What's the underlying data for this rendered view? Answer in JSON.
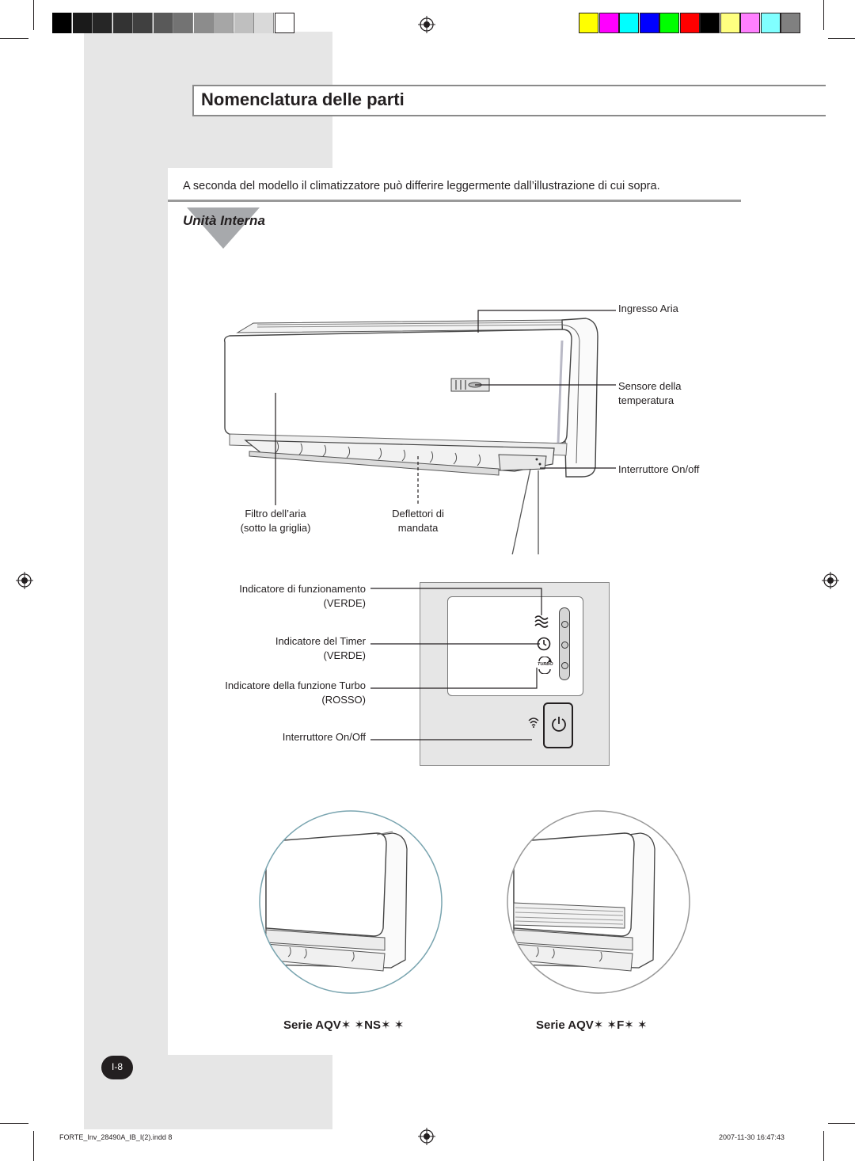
{
  "heading": "Nomenclatura delle parti",
  "note": "A seconda del modello il climatizzatore può differire leggermente dall’illustrazione di cui sopra.",
  "section_title": "Unità Interna",
  "labels": {
    "air_inlet": "Ingresso Aria",
    "temp_sensor_1": "Sensore della",
    "temp_sensor_2": "temperatura",
    "on_off_switch": "Interruttore On/off",
    "air_filter_1": "Filtro dell’aria",
    "air_filter_2": "(sotto la griglia)",
    "deflectors_1": "Deflettori di",
    "deflectors_2": "mandata",
    "operation_ind": "Indicatore di funzionamento",
    "operation_color": "(VERDE)",
    "timer_ind": "Indicatore del  Timer",
    "timer_color": "(VERDE)",
    "turbo_ind": "Indicatore della funzione Turbo",
    "turbo_color": "(ROSSO)",
    "on_off_button": "Interruttore On/Off"
  },
  "panel_turbo_text": "TURBO",
  "series": [
    "Serie AQV✶ ✶NS✶ ✶",
    "Serie AQV✶ ✶F✶ ✶"
  ],
  "page_number": "I-8",
  "footer_left": "FORTE_Inv_28490A_IB_I(2).indd   8",
  "footer_right": "2007-11-30   16:47:43",
  "colors": {
    "grey_bands": [
      "#000000",
      "#1a1a1a",
      "#262626",
      "#333333",
      "#404040",
      "#595959",
      "#737373",
      "#8c8c8c",
      "#a6a6a6",
      "#bfbfbf",
      "#d9d9d9",
      "#ffffff"
    ],
    "color_bar": [
      "#ffff00",
      "#ff00ff",
      "#00ffff",
      "#0000ff",
      "#00ff00",
      "#ff0000",
      "#000000",
      "#ffff80",
      "#ff80ff",
      "#80ffff",
      "#808080"
    ]
  }
}
